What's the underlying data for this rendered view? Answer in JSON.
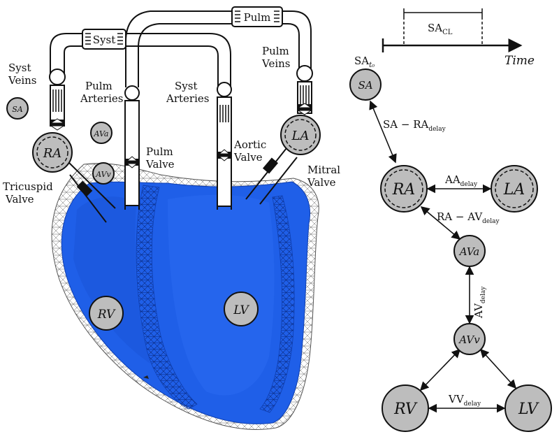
{
  "colors": {
    "heart_fill": "#1f5fe8",
    "heart_dark": "#0f3fb0",
    "mesh": "#555555",
    "node_fill": "#bdbdbd",
    "stroke": "#111111"
  },
  "circuit": {
    "syst_box": "Syst",
    "pulm_box": "Pulm",
    "syst_veins": [
      "Syst",
      "Veins"
    ],
    "pulm_veins": [
      "Pulm",
      "Veins"
    ],
    "pulm_arteries": [
      "Pulm",
      "Arteries"
    ],
    "syst_arteries": [
      "Syst",
      "Arteries"
    ],
    "pulm_valve": [
      "Pulm",
      "Valve"
    ],
    "aortic_valve": [
      "Aortic",
      "Valve"
    ],
    "mitral_valve": [
      "Mitral",
      "Valve"
    ],
    "tricuspid_valve": [
      "Tricuspid",
      "Valve"
    ]
  },
  "heart_nodes": {
    "sa": "SA",
    "ava": "AVa",
    "avv": "AVv",
    "ra": "RA",
    "la": "LA",
    "rv": "RV",
    "lv": "LV"
  },
  "timeline": {
    "sa_cl": "SA",
    "sa_cl_sub": "CL",
    "time": "Time",
    "sa_t0": "SA",
    "sa_t0_sub": "t₀"
  },
  "graph": {
    "nodes": {
      "sa": "SA",
      "ra": "RA",
      "la": "LA",
      "ava": "AVa",
      "avv": "AVv",
      "rv": "RV",
      "lv": "LV"
    },
    "edges": {
      "sa_ra": "SA − RA",
      "sa_ra_sub": "delay",
      "aa": "AA",
      "aa_sub": "delay",
      "ra_av": "RA − AV",
      "ra_av_sub": "delay",
      "av": "AV",
      "av_sub": "delay",
      "vv": "VV",
      "vv_sub": "delay"
    }
  }
}
